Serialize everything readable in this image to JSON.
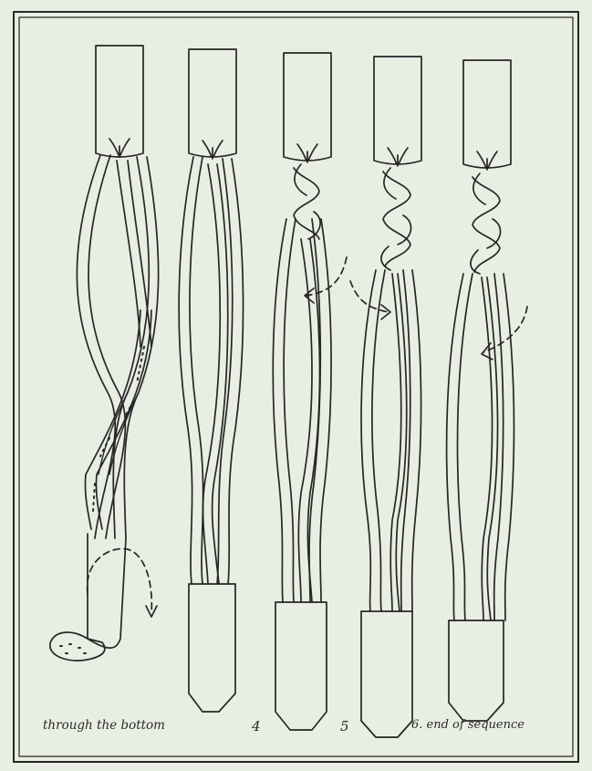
{
  "captions": {
    "step3": "through the bottom",
    "step4": "4",
    "step5": "5",
    "step6": "6. end of sequence"
  }
}
